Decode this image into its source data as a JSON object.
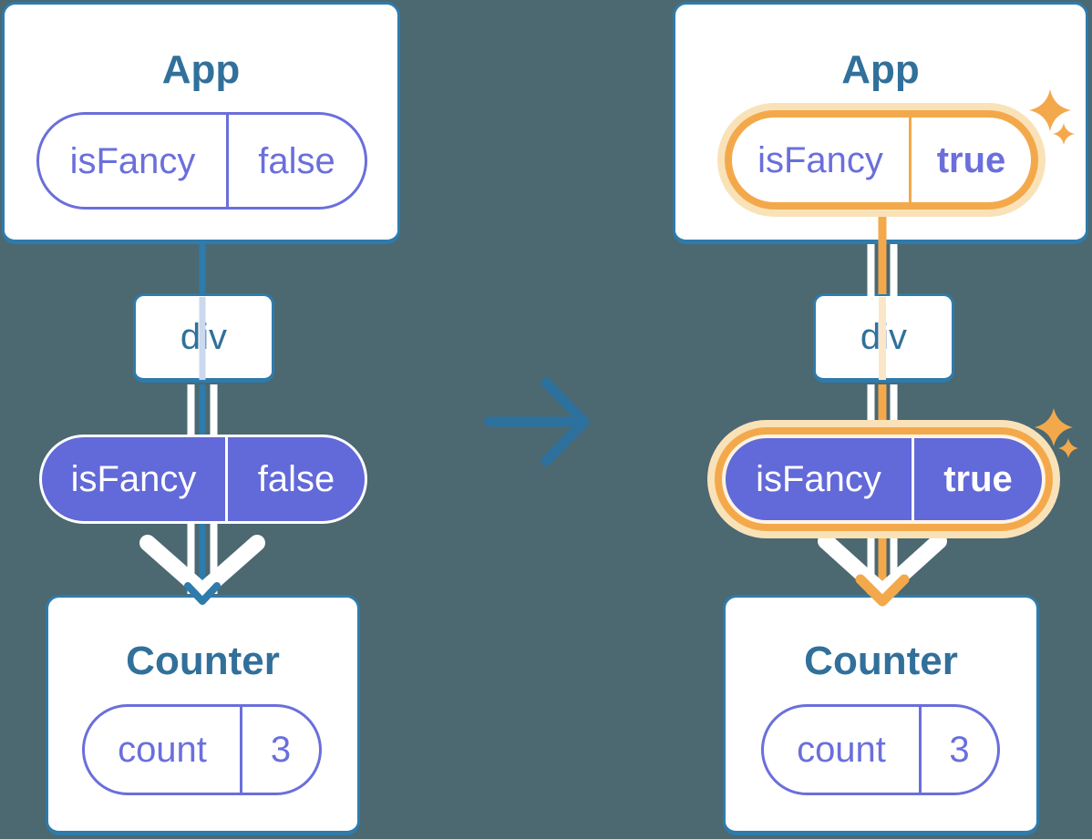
{
  "colors": {
    "background": "#4C6871",
    "card_border_blue": "#2E7BAC",
    "heading_blue": "#31709A",
    "purple_outline": "#6A6FDB",
    "purple_fill": "#6269D8",
    "orange": "#F3A94B",
    "orange_light": "#FAE2B8",
    "transition_arrow_blue": "#2D719F",
    "pipe_white": "#FFFFFF"
  },
  "icons": {
    "transition": "right-arrow-icon",
    "highlight": "sparkle-icon",
    "flow_end": "down-arrowhead-icon",
    "flow_emphasis": "down-chevron-icon"
  },
  "left_panel": {
    "app": {
      "title": "App",
      "prop_name": "isFancy",
      "prop_value": "false"
    },
    "div": {
      "label": "div"
    },
    "counter": {
      "title": "Counter",
      "state_name": "count",
      "state_value": "3"
    }
  },
  "right_panel": {
    "app": {
      "title": "App",
      "prop_name": "isFancy",
      "prop_value": "true"
    },
    "div": {
      "label": "div"
    },
    "counter": {
      "title": "Counter",
      "state_name": "count",
      "state_value": "3"
    }
  }
}
